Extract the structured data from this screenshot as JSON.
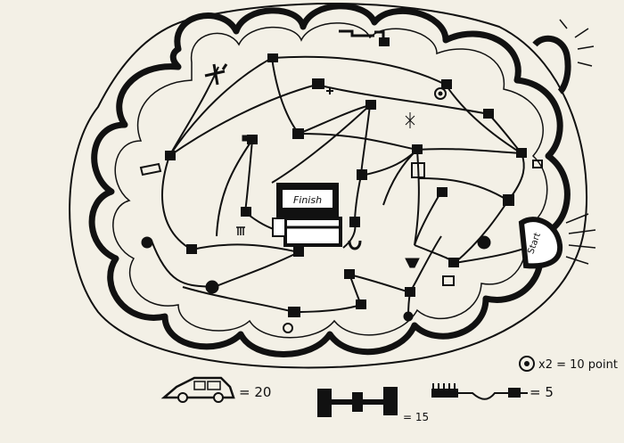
{
  "board": {
    "paper_color": "#f3f0e6",
    "ink_color": "#111111",
    "finish_label": "Finish",
    "start_label": "Start"
  },
  "legend": {
    "coin_label": "x2 = 10 point",
    "car_label": "= 20",
    "bridge_label": "= 15",
    "chain_label": "= 5"
  }
}
